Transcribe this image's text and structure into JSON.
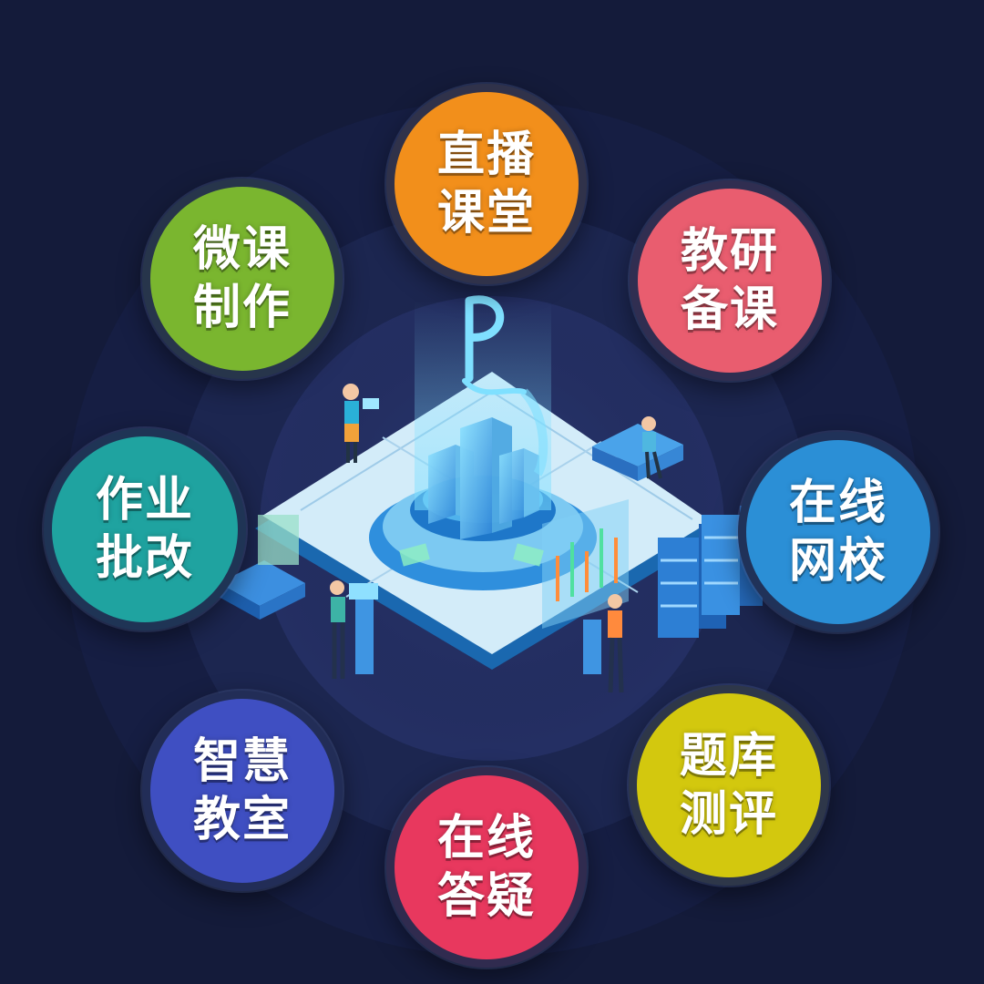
{
  "palette": {
    "background": "#141b3a",
    "ring": "#1c2550",
    "platform": "#cfe8f7",
    "accent_blue": "#2d8ae0"
  },
  "center": {
    "logo_text": "P"
  },
  "nodes": [
    {
      "line1": "直播",
      "line2": "课堂",
      "color": "#f28f1b"
    },
    {
      "line1": "教研",
      "line2": "备课",
      "color": "#e95d6f"
    },
    {
      "line1": "在线",
      "line2": "网校",
      "color": "#2b8fd6"
    },
    {
      "line1": "题库",
      "line2": "测评",
      "color": "#d3c80e"
    },
    {
      "line1": "在线",
      "line2": "答疑",
      "color": "#e8385e"
    },
    {
      "line1": "智慧",
      "line2": "教室",
      "color": "#3f4fc2"
    },
    {
      "line1": "作业",
      "line2": "批改",
      "color": "#1fa3a0"
    },
    {
      "line1": "微课",
      "line2": "制作",
      "color": "#7ab62f"
    }
  ]
}
